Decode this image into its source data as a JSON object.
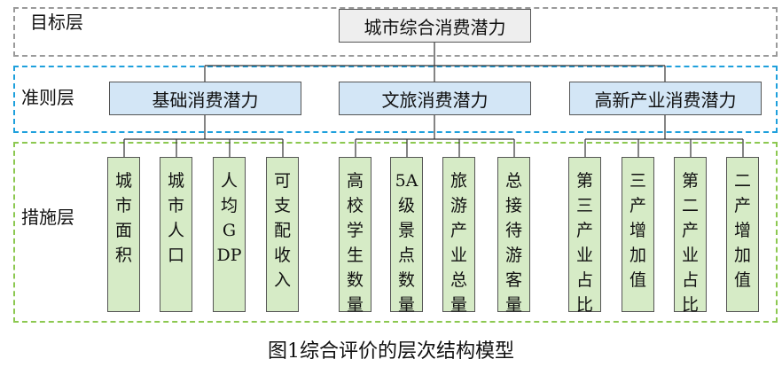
{
  "layers": {
    "goal_label": "目标层",
    "criteria_label": "准则层",
    "measure_label": "措施层"
  },
  "goal": "城市综合消费潜力",
  "criteria": [
    {
      "label": "基础消费潜力",
      "indicators": [
        "城市面积",
        "城市人口",
        "人均GDP",
        "可支配收入"
      ]
    },
    {
      "label": "文旅消费潜力",
      "indicators": [
        "高校学生数量",
        "5A级景点数量",
        "旅游产业总量",
        "总接待游客量"
      ]
    },
    {
      "label": "高新产业消费潜力",
      "indicators": [
        "第三产业占比",
        "三产增加值",
        "第二产业占比",
        "二产增加值"
      ]
    }
  ],
  "caption": "图1综合评价的层次结构模型",
  "colors": {
    "goal_fill": "#eeeeee",
    "criteria_fill": "#d3e6f6",
    "indicator_fill": "#d6ebc6",
    "goal_frame": "#9a9a9a",
    "criteria_frame": "#1ea0dc",
    "measure_frame": "#8cc850"
  }
}
